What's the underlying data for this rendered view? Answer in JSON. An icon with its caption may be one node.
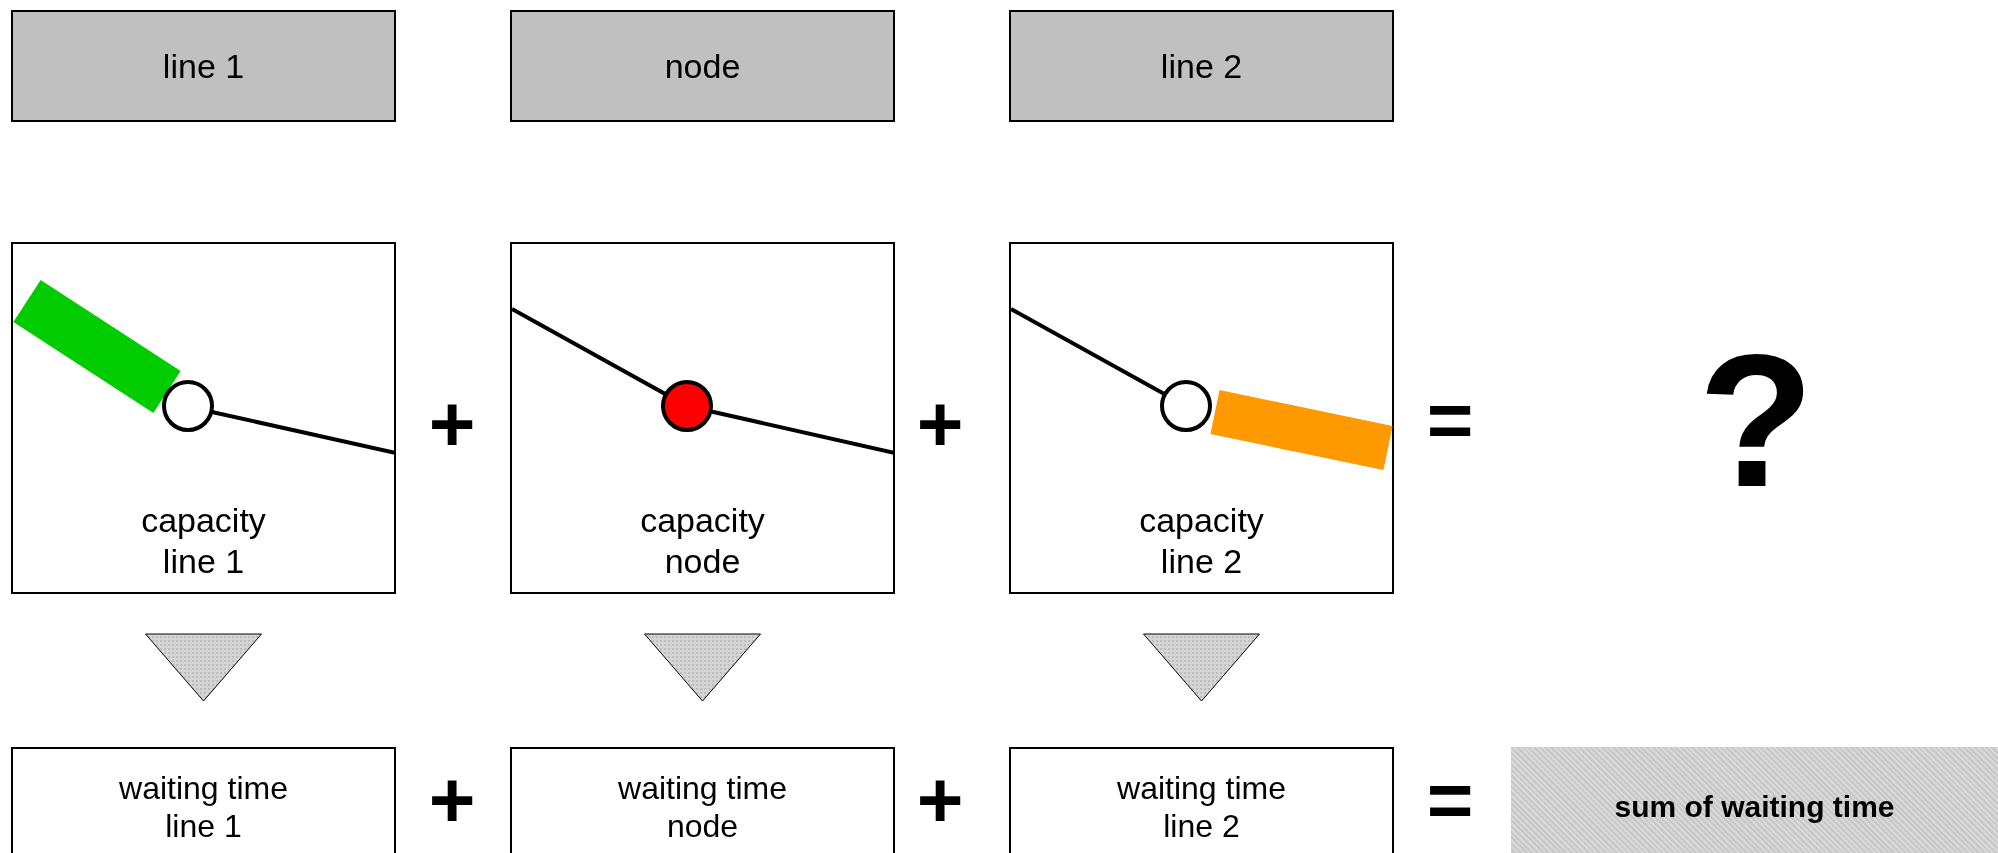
{
  "diagram": {
    "nodes": [
      {
        "text": [
          "line 1"
        ]
      },
      {
        "text": [
          "node"
        ]
      },
      {
        "text": [
          "line 2"
        ]
      },
      {
        "text": [
          "capacity line 1"
        ]
      },
      {
        "text": [
          "capacity node"
        ]
      },
      {
        "text": [
          "capacity line 2"
        ]
      },
      {
        "text": [
          "waiting time line 1"
        ]
      },
      {
        "text": [
          "waiting time node"
        ]
      },
      {
        "text": [
          "waiting time line 2"
        ]
      },
      {
        "text": [
          "sum of waiting time"
        ]
      }
    ],
    "edges": [
      {
        "from": 3,
        "to": 6,
        "arrow": "to"
      },
      {
        "from": 4,
        "to": 7,
        "arrow": "to"
      },
      {
        "from": 5,
        "to": 8,
        "arrow": "to"
      }
    ],
    "labels": [
      "+",
      "+",
      "=",
      "?",
      "+",
      "+",
      "="
    ]
  }
}
